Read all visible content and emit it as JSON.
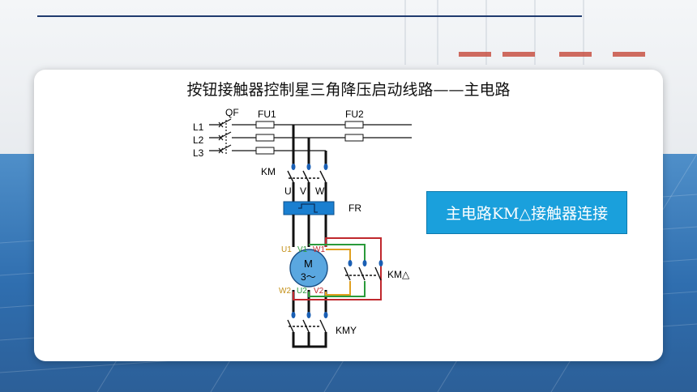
{
  "slide": {
    "title": "按钮接触器控制星三角降压启动线路——主电路",
    "label": "主电路KM△接触器连接"
  },
  "diagram": {
    "lines": [
      "L1",
      "L2",
      "L3"
    ],
    "breaker": "QF",
    "fuse1": "FU1",
    "fuse2": "FU2",
    "km": "KM",
    "terminals": [
      "U",
      "V",
      "W"
    ],
    "relay": "FR",
    "motor_label": "M",
    "motor_phase": "3～",
    "motor_top": [
      "U1",
      "V1",
      "W1"
    ],
    "motor_bottom": [
      "W2",
      "U2",
      "V2"
    ],
    "km_delta": "KM△",
    "km_y": "KMY"
  },
  "colors": {
    "accent": "#1aa0dc",
    "wire_red": "#c0282d",
    "wire_yellow": "#e0a020",
    "wire_green": "#2a9a3a",
    "motor_fill": "#5aa7e0",
    "contact": "#1a5fb4"
  }
}
